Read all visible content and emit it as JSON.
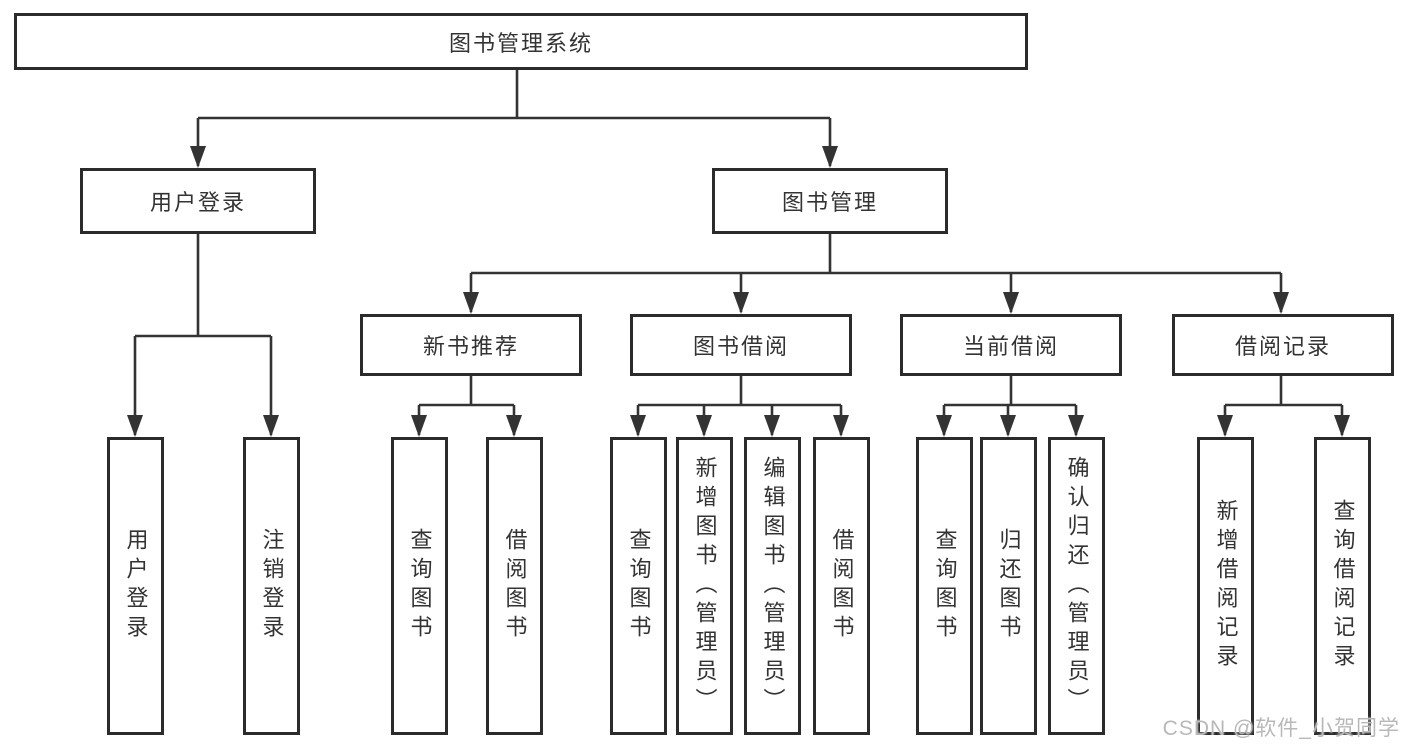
{
  "diagram": {
    "root": {
      "label": "图书管理系统"
    },
    "level2": [
      {
        "label": "用户登录"
      },
      {
        "label": "图书管理"
      }
    ],
    "level3": [
      {
        "label": "新书推荐"
      },
      {
        "label": "图书借阅"
      },
      {
        "label": "当前借阅"
      },
      {
        "label": "借阅记录"
      }
    ],
    "leaves": {
      "user_login": [
        "用户登录",
        "注销登录"
      ],
      "new_book": [
        "查询图书",
        "借阅图书"
      ],
      "book_borrow": [
        "查询图书",
        "新增图书（管理员）",
        "编辑图书（管理员）",
        "借阅图书"
      ],
      "current_borrow": [
        "查询图书",
        "归还图书",
        "确认归还（管理员）"
      ],
      "borrow_record": [
        "新增借阅记录",
        "查询借阅记录"
      ]
    },
    "colors": {
      "line": "#333333",
      "box_border": "#2b2b2b",
      "box_fill": "#ffffff",
      "text": "#333333",
      "watermark": "#b8b8b8"
    },
    "watermark": "CSDN @软件_小贺同学"
  }
}
